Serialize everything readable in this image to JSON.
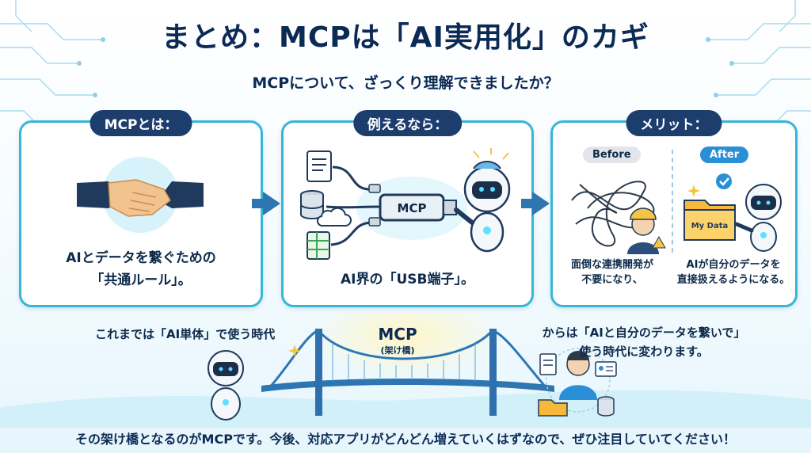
{
  "title": "まとめ：MCPは「AI実用化」のカギ",
  "subtitle": "MCPについて、ざっくり理解できましたか？",
  "panels": [
    {
      "heading": "MCPとは：",
      "text_line1": "AIとデータを繋ぐための",
      "text_line2": "「共通ルール」。"
    },
    {
      "heading": "例えるなら：",
      "text_line1": "AI界の「USB端子」。",
      "chip_label": "MCP"
    },
    {
      "heading": "メリット：",
      "before_label": "Before",
      "after_label": "After",
      "before_text_line1": "面倒な連携開発が",
      "before_text_line2": "不要になり、",
      "after_text_line1": "AIが自分のデータを",
      "after_text_line2": "直接扱えるようになる。",
      "folder_label": "My Data"
    }
  ],
  "bottom": {
    "left_text": "これまでは「AI単体」で使う時代",
    "bridge_title": "MCP",
    "bridge_subtitle": "(架け橋)",
    "right_text_line1": "からは「AIと自分のデータを繋いで」",
    "right_text_line2": "使う時代に変わります。"
  },
  "footer": "その架け橋となるのがMCPです。今後、対応アプリがどんどん増えていくはずなので、ぜひ注目していてください！",
  "colors": {
    "navy": "#1d3d6d",
    "cyan": "#38b6d6",
    "arrow": "#2d76b2",
    "after": "#2a8fd6"
  },
  "icons": [
    "handshake-icon",
    "document-icon",
    "database-icon",
    "cloud-icon",
    "spreadsheet-icon",
    "usb-cable-icon",
    "robot-icon",
    "tangled-cables-icon",
    "worker-icon",
    "folder-icon",
    "check-icon",
    "bridge-icon",
    "user-icon"
  ]
}
